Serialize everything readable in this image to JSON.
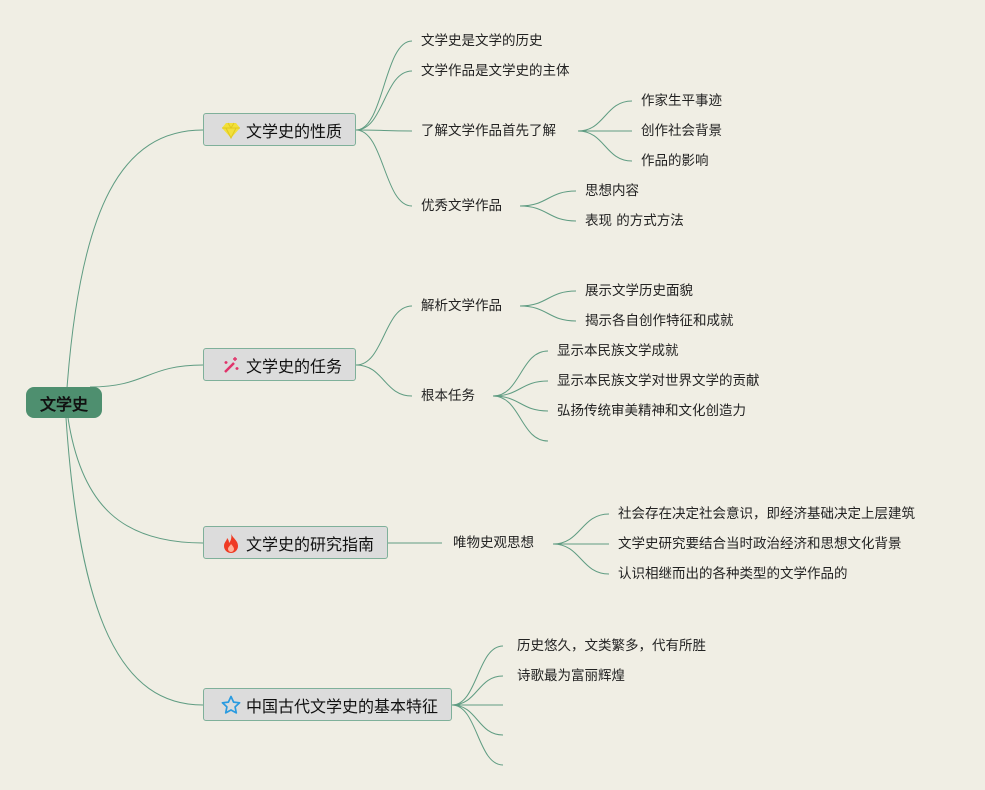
{
  "root": {
    "label": "文学史"
  },
  "branches": [
    {
      "label": "文学史的性质",
      "icon": "diamond-icon",
      "children": [
        {
          "label": "文学史是文学的历史"
        },
        {
          "label": "文学作品是文学史的主体"
        },
        {
          "label": "了解文学作品首先了解",
          "children": [
            {
              "label": "作家生平事迹"
            },
            {
              "label": "创作社会背景"
            },
            {
              "label": "作品的影响"
            }
          ]
        },
        {
          "label": "优秀文学作品",
          "children": [
            {
              "label": "思想内容"
            },
            {
              "label": "表现 的方式方法"
            }
          ]
        }
      ]
    },
    {
      "label": "文学史的任务",
      "icon": "magic-wand-icon",
      "children": [
        {
          "label": "解析文学作品",
          "children": [
            {
              "label": "展示文学历史面貌"
            },
            {
              "label": "揭示各自创作特征和成就"
            }
          ]
        },
        {
          "label": "根本任务",
          "children": [
            {
              "label": "显示本民族文学成就"
            },
            {
              "label": "显示本民族文学对世界文学的贡献"
            },
            {
              "label": "弘扬传统审美精神和文化创造力"
            }
          ]
        }
      ]
    },
    {
      "label": "文学史的研究指南",
      "icon": "fire-icon",
      "children": [
        {
          "label": "唯物史观思想",
          "children": [
            {
              "label": "社会存在决定社会意识，即经济基础决定上层建筑"
            },
            {
              "label": "文学史研究要结合当时政治经济和思想文化背景"
            },
            {
              "label": "认识相继而出的各种类型的文学作品的"
            }
          ]
        }
      ]
    },
    {
      "label": "中国古代文学史的基本特征",
      "icon": "star-icon",
      "children": [
        {
          "label": "历史悠久，文类繁多，代有所胜"
        },
        {
          "label": "诗歌最为富丽辉煌"
        }
      ]
    }
  ],
  "colors": {
    "line": "#5f9c82",
    "root": "#4e8f6f",
    "background": "#f0eee4"
  }
}
